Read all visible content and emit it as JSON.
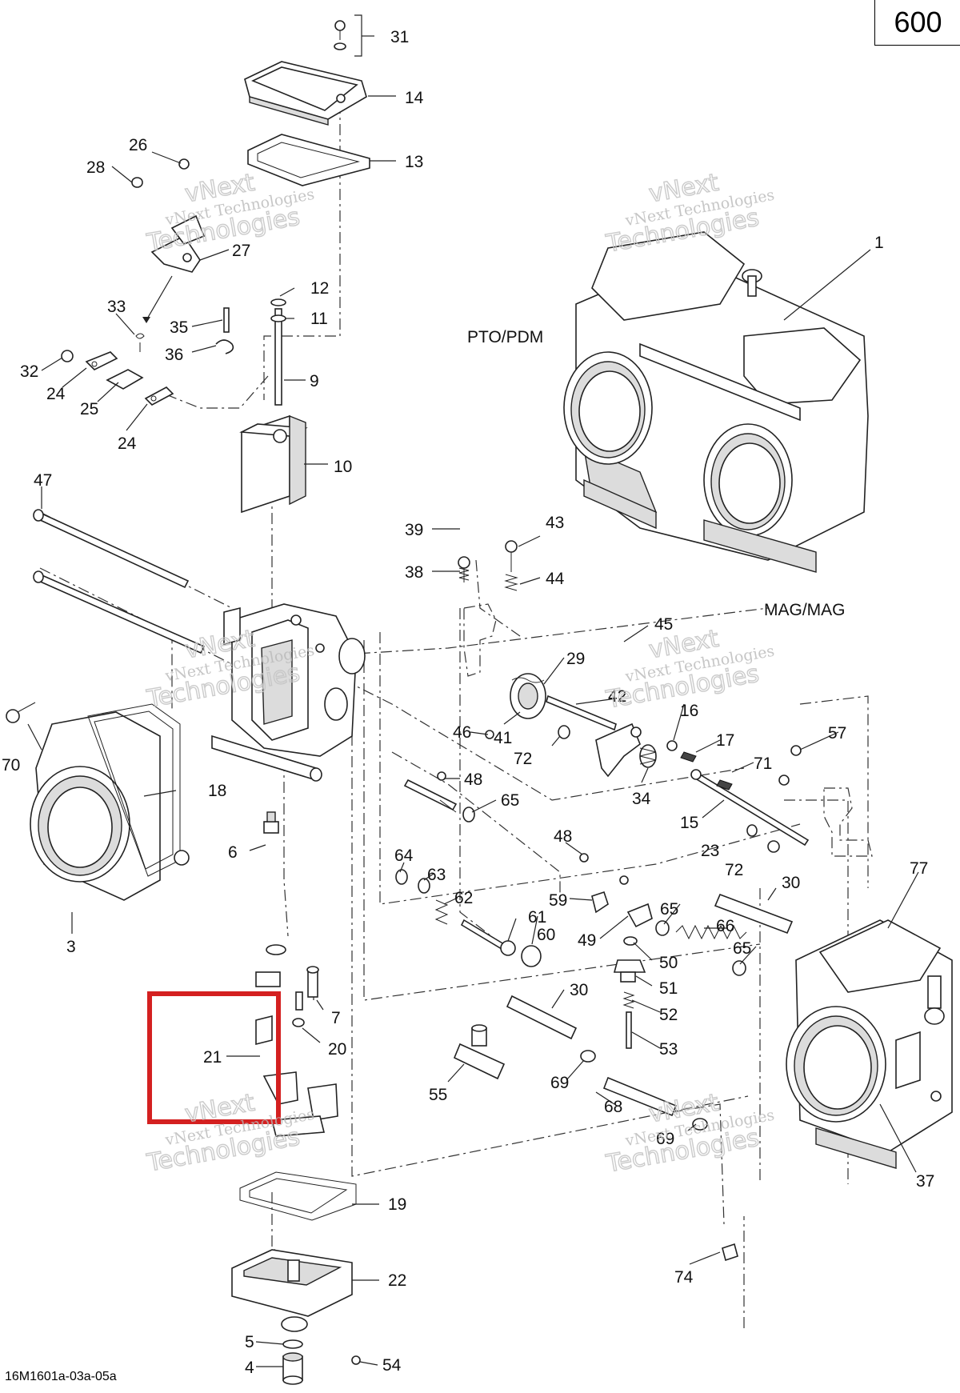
{
  "diagram_number": "600",
  "diagram_code": "16M1601a-03a-05a",
  "group_labels": {
    "pto": "PTO/PDM",
    "mag": "MAG/MAG"
  },
  "watermark": {
    "line1": "vNext Technologies",
    "line2": "vNext",
    "line3": "Technologies"
  },
  "highlight": {
    "callout": "21",
    "color": "#d42020"
  },
  "callouts": [
    "1",
    "3",
    "4",
    "5",
    "6",
    "7",
    "9",
    "10",
    "11",
    "12",
    "13",
    "14",
    "15",
    "16",
    "17",
    "18",
    "19",
    "20",
    "21",
    "22",
    "23",
    "24",
    "24",
    "25",
    "26",
    "27",
    "28",
    "29",
    "30",
    "30",
    "31",
    "32",
    "33",
    "34",
    "35",
    "36",
    "37",
    "38",
    "39",
    "41",
    "42",
    "43",
    "44",
    "45",
    "46",
    "47",
    "48",
    "48",
    "49",
    "50",
    "51",
    "52",
    "53",
    "54",
    "55",
    "57",
    "59",
    "60",
    "61",
    "62",
    "63",
    "64",
    "65",
    "65",
    "65",
    "66",
    "68",
    "69",
    "69",
    "70",
    "71",
    "72",
    "72",
    "74",
    "77"
  ]
}
